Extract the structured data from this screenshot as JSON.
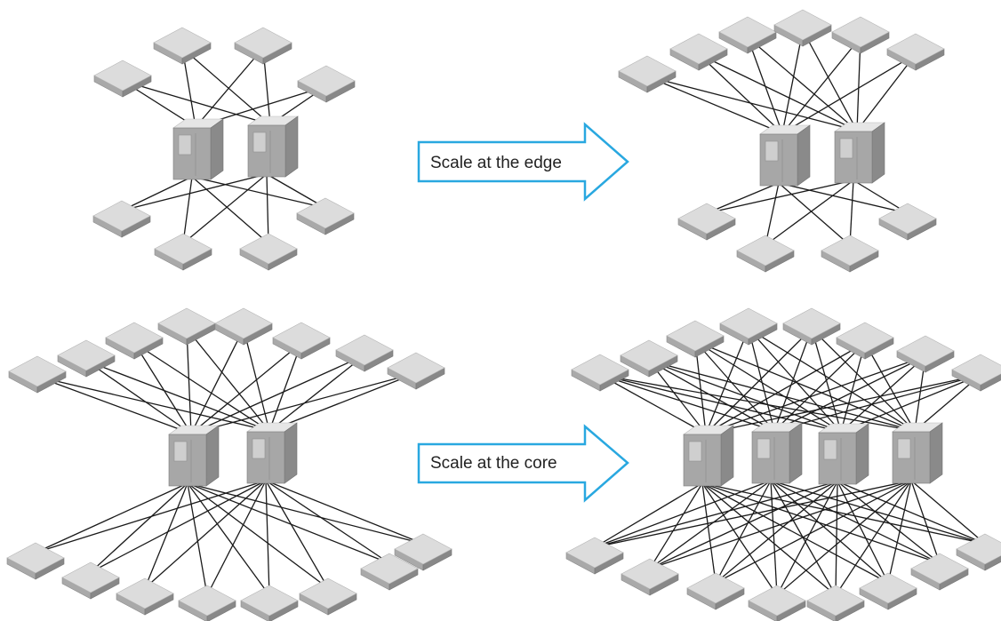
{
  "colors": {
    "background": "#ffffff",
    "line": "#1a1a1a",
    "switch_top": "#dcdcdc",
    "switch_left": "#a9a9a9",
    "switch_right": "#888888",
    "server_top": "#e6e6e6",
    "server_front": "#a7a7a7",
    "server_side": "#8a8a8a",
    "server_panel": "#cfcfcf",
    "arrow_stroke": "#29a8e0",
    "arrow_fill": "#ffffff"
  },
  "icons": {
    "leaf": "leaf-switch-icon",
    "spine": "spine-switch-icon",
    "arrow": "arrow-right-icon"
  },
  "labels": {
    "scale_edge": "Scale at the edge",
    "scale_core": "Scale at the core"
  },
  "diagrams": [
    {
      "id": "edge-before",
      "spines": 2,
      "top_leaves": 4,
      "bottom_leaves": 4
    },
    {
      "id": "edge-after",
      "spines": 2,
      "top_leaves": 6,
      "bottom_leaves": 4
    },
    {
      "id": "core-before",
      "spines": 2,
      "top_leaves": 8,
      "bottom_leaves": 8
    },
    {
      "id": "core-after",
      "spines": 4,
      "top_leaves": 8,
      "bottom_leaves": 8
    }
  ]
}
